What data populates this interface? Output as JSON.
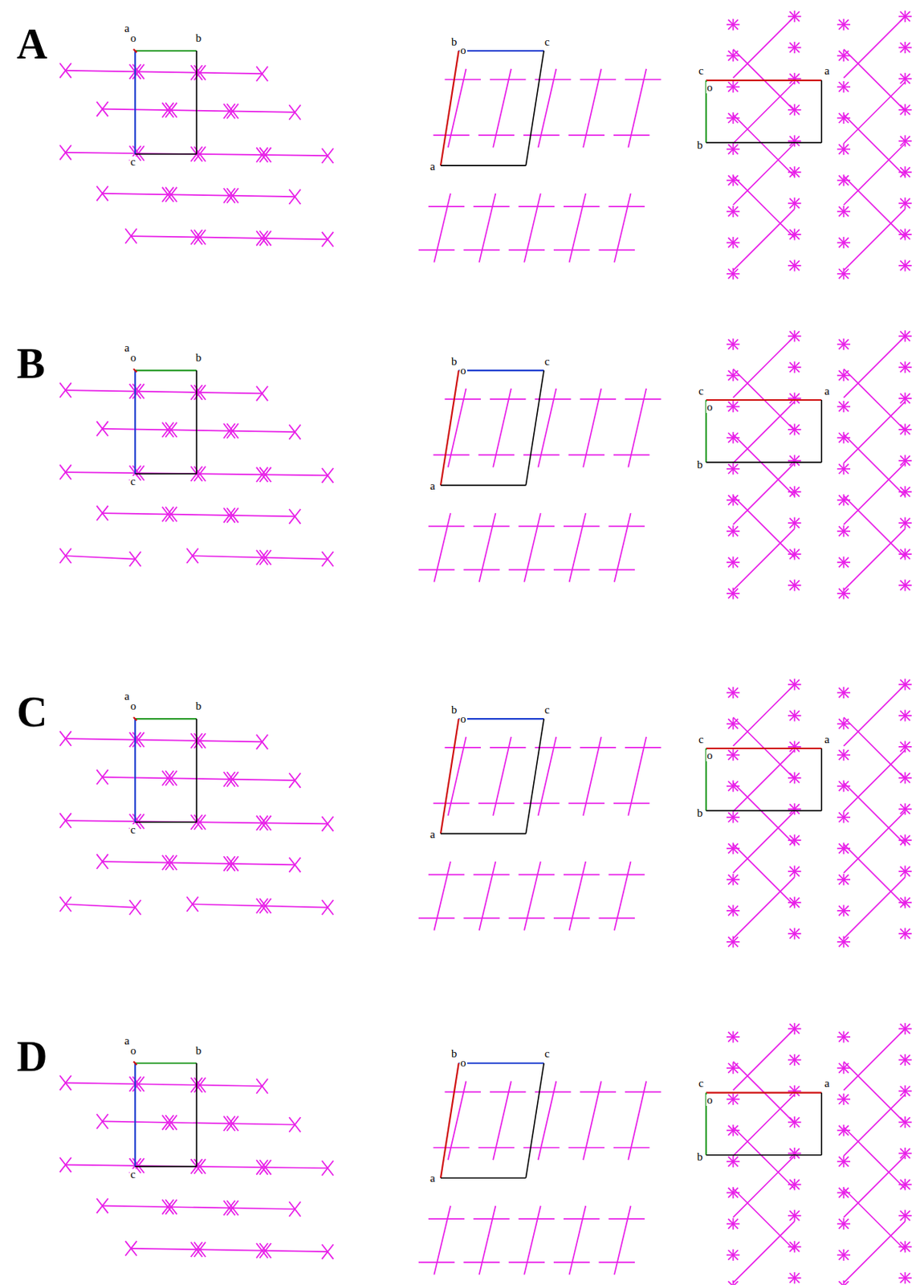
{
  "diagram": {
    "labels": [
      "A",
      "a",
      "o",
      "b",
      "c",
      "b",
      "o",
      "c",
      "a",
      "c",
      "o",
      "a",
      "b",
      "B",
      "a",
      "o",
      "b",
      "c",
      "b",
      "o",
      "c",
      "a",
      "c",
      "o",
      "a",
      "b",
      "C",
      "a",
      "o",
      "b",
      "c",
      "b",
      "o",
      "c",
      "a",
      "c",
      "o",
      "a",
      "b",
      "D",
      "a",
      "o",
      "b",
      "c",
      "b",
      "o",
      "c",
      "a",
      "c",
      "o",
      "a",
      "b"
    ]
  }
}
